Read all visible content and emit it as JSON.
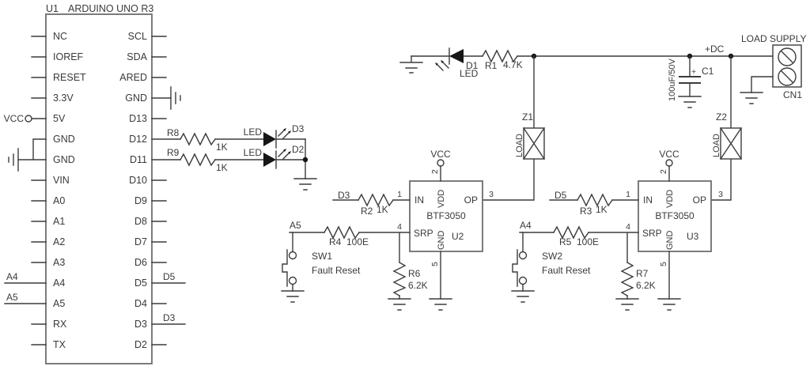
{
  "u1": {
    "ref": "U1",
    "name": "ARDUINO UNO R3",
    "left_pins": [
      "NC",
      "IOREF",
      "RESET",
      "3.3V",
      "5V",
      "GND",
      "GND",
      "VIN",
      "A0",
      "A1",
      "A2",
      "A3",
      "A4",
      "A5",
      "RX",
      "TX"
    ],
    "right_pins": [
      "SCL",
      "SDA",
      "ARED",
      "GND",
      "D13",
      "D12",
      "D11",
      "D10",
      "D9",
      "D8",
      "D7",
      "D6",
      "D5",
      "D4",
      "D3",
      "D2"
    ]
  },
  "nets": {
    "vcc": "VCC",
    "dc": "+DC",
    "a4": "A4",
    "a5": "A5",
    "d3": "D3",
    "d5": "D5"
  },
  "leds": {
    "d1": {
      "ref": "D1",
      "label": "LED"
    },
    "d2": {
      "ref": "D2",
      "label": "LED"
    },
    "d3": {
      "ref": "D3",
      "label": "LED"
    }
  },
  "resistors": {
    "r1": {
      "ref": "R1",
      "value": "4.7K"
    },
    "r2": {
      "ref": "R2",
      "value": "1K"
    },
    "r3": {
      "ref": "R3",
      "value": "1K"
    },
    "r4": {
      "ref": "R4",
      "value": "100E"
    },
    "r5": {
      "ref": "R5",
      "value": "100E"
    },
    "r6": {
      "ref": "R6",
      "value": "6.2K"
    },
    "r7": {
      "ref": "R7",
      "value": "6.2K"
    },
    "r8": {
      "ref": "R8",
      "value": "1K"
    },
    "r9": {
      "ref": "R9",
      "value": "1K"
    }
  },
  "capacitor": {
    "ref": "C1",
    "value": "100uF/50V",
    "polarity": "+"
  },
  "ics": {
    "u2": {
      "ref": "U2",
      "part": "BTF3050",
      "in": "IN",
      "vdd": "VDD",
      "op": "OP",
      "srp": "SRP",
      "gnd": "GND",
      "n1": "1",
      "n2": "2",
      "n3": "3",
      "n4": "4",
      "n5": "5"
    },
    "u3": {
      "ref": "U3",
      "part": "BTF3050",
      "in": "IN",
      "vdd": "VDD",
      "op": "OP",
      "srp": "SRP",
      "gnd": "GND",
      "n1": "1",
      "n2": "2",
      "n3": "3",
      "n4": "4",
      "n5": "5"
    }
  },
  "switches": {
    "sw1": {
      "ref": "SW1",
      "label": "Fault Reset"
    },
    "sw2": {
      "ref": "SW2",
      "label": "Fault Reset"
    }
  },
  "loads": {
    "z1": {
      "ref": "Z1",
      "label": "LOAD"
    },
    "z2": {
      "ref": "Z2",
      "label": "LOAD"
    }
  },
  "connector": {
    "ref": "CN1",
    "label": "LOAD SUPPLY"
  }
}
